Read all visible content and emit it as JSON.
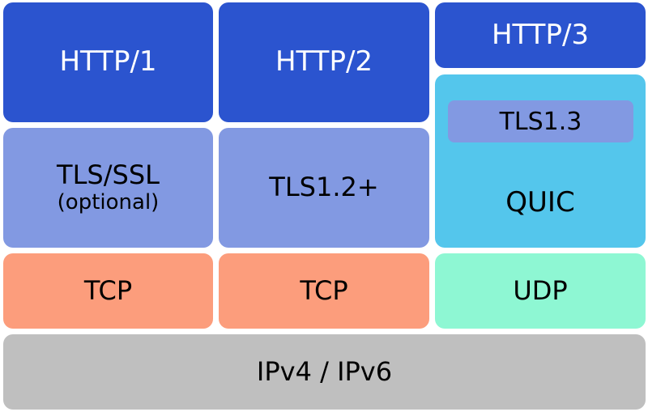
{
  "stack": {
    "col1": {
      "app": "HTTP/1",
      "security": "TLS/SSL",
      "security_note": "(optional)",
      "transport": "TCP"
    },
    "col2": {
      "app": "HTTP/2",
      "security": "TLS1.2+",
      "transport": "TCP"
    },
    "col3": {
      "app": "HTTP/3",
      "security": "TLS1.3",
      "quic": "QUIC",
      "transport": "UDP"
    },
    "network": "IPv4 / IPv6"
  },
  "colors": {
    "http": "#2b54cf",
    "tls": "#8299e2",
    "tcp": "#fc9d7c",
    "udp": "#8ef7d3",
    "quic": "#54c6ec",
    "ip": "#bfbfbf"
  }
}
